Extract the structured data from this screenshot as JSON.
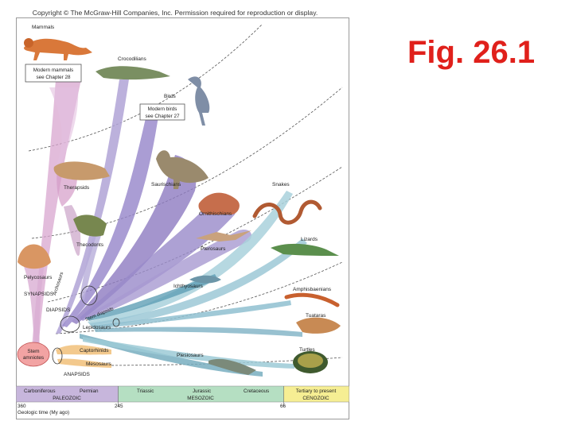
{
  "slide": {
    "copyright": "Copyright © The McGraw-Hill Companies, Inc. Permission required for reproduction or display.",
    "figure_title": "Fig. 26.1"
  },
  "diagram": {
    "groups": {
      "mammals": "Mammals",
      "crocodilians": "Crocodilians",
      "birds": "Birds",
      "saurischians": "Saurischians",
      "therapsids": "Therapsids",
      "ornithischians": "Ornithischians",
      "snakes": "Snakes",
      "thecodonts": "Thecodonts",
      "pterosaurs": "Pterosaurs",
      "lizards": "Lizards",
      "pelycosaurs": "Pelycosaurs",
      "archosaurs": "Archosaurs",
      "ichthyosaurs": "Ichthyosaurs",
      "amphisbaenians": "Amphisbaenians",
      "synapsids": "SYNAPSIDS",
      "stem_diapsids": "Stem diapsids",
      "diapsids": "DIAPSIDS",
      "tuataras": "Tuataras",
      "lepidosaurs": "Lepidosaurs",
      "turtles": "Turtles",
      "stem_amniotes_1": "Stem",
      "stem_amniotes_2": "amniotes",
      "captorhinids": "Captorhinids",
      "plesiosaurs": "Plesiosaurs",
      "mesosaurs": "Mesosaurs",
      "anapsids": "ANAPSIDS"
    },
    "notes": {
      "mammals_1": "Modern mammals",
      "mammals_2": "see Chapter 28",
      "birds_1": "Modern birds",
      "birds_2": "see Chapter 27"
    },
    "timeline": {
      "carboniferous": "Carboniferous",
      "permian": "Permian",
      "paleozoic": "PALEOZOIC",
      "triassic": "Triassic",
      "jurassic": "Jurassic",
      "cretaceous": "Cretaceous",
      "mesozoic": "MESOZOIC",
      "tertiary": "Tertiary to present",
      "cenozoic": "CENOZOIC",
      "tick_360": "360",
      "tick_245": "245",
      "tick_66": "66",
      "axis_label": "Geologic time (My ago)"
    }
  }
}
